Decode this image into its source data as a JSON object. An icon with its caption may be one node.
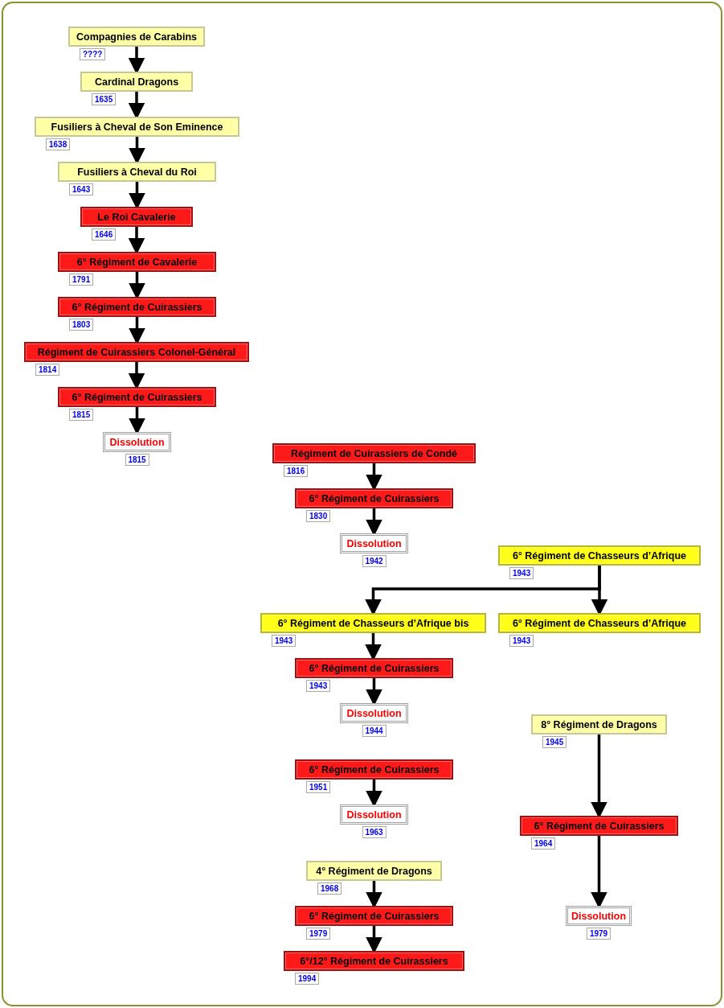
{
  "diagram": {
    "nodes": [
      {
        "text": [
          "Compagnies de Carabins"
        ],
        "beside": [
          "????"
        ]
      },
      {
        "text": [
          "Cardinal Dragons"
        ],
        "beside": [
          "1635"
        ]
      },
      {
        "text": [
          "Fusiliers à Cheval de Son Eminence"
        ],
        "beside": [
          "1638"
        ]
      },
      {
        "text": [
          "Fusiliers à Cheval du Roi"
        ],
        "beside": [
          "1643"
        ]
      },
      {
        "text": [
          "Le Roi Cavalerie"
        ],
        "beside": [
          "1646"
        ]
      },
      {
        "text": [
          "6° Régiment de Cavalerie"
        ],
        "beside": [
          "1791"
        ]
      },
      {
        "text": [
          "6° Régiment de Cuirassiers"
        ],
        "beside": [
          "1803"
        ]
      },
      {
        "text": [
          "Régiment de Cuirassiers Colonel-Général"
        ],
        "beside": [
          "1814"
        ]
      },
      {
        "text": [
          "6° Régiment de Cuirassiers"
        ],
        "beside": [
          "1815"
        ]
      },
      {
        "text": [
          "Dissolution"
        ],
        "beside": [
          "1815"
        ]
      },
      {
        "text": [
          "Régiment de Cuirassiers de Condé"
        ],
        "beside": [
          "1816"
        ]
      },
      {
        "text": [
          "6° Régiment de Cuirassiers"
        ],
        "beside": [
          "1830"
        ]
      },
      {
        "text": [
          "Dissolution"
        ],
        "beside": [
          "1942"
        ]
      },
      {
        "text": [
          "6° Régiment de Chasseurs d’Afrique"
        ],
        "beside": [
          "1943"
        ]
      },
      {
        "text": [
          "6° Régiment de Chasseurs d’Afrique bis"
        ],
        "beside": [
          "1943"
        ]
      },
      {
        "text": [
          "6° Régiment de Chasseurs d’Afrique"
        ],
        "beside": [
          "1943"
        ]
      },
      {
        "text": [
          "6° Régiment de Cuirassiers"
        ],
        "beside": [
          "1943"
        ]
      },
      {
        "text": [
          "Dissolution"
        ],
        "beside": [
          "1944"
        ]
      },
      {
        "text": [
          "8° Régiment de Dragons"
        ],
        "beside": [
          "1945"
        ]
      },
      {
        "text": [
          "6° Régiment de Cuirassiers"
        ],
        "beside": [
          "1951"
        ]
      },
      {
        "text": [
          "Dissolution"
        ],
        "beside": [
          "1963"
        ]
      },
      {
        "text": [
          "6° Régiment de Cuirassiers"
        ],
        "beside": [
          "1964"
        ]
      },
      {
        "text": [
          "4° Régiment de Dragons"
        ],
        "beside": [
          "1968"
        ]
      },
      {
        "text": [
          "6° Régiment de Cuirassiers"
        ],
        "beside": [
          "1979"
        ]
      },
      {
        "text": [
          "Dissolution"
        ],
        "beside": [
          "1979"
        ]
      },
      {
        "text": [
          "6°/12° Régiment de Cuirassiers"
        ],
        "beside": [
          "1994"
        ]
      }
    ],
    "edges": [
      {
        "from": 0,
        "to": 1,
        "arrow": "to"
      },
      {
        "from": 1,
        "to": 2,
        "arrow": "to"
      },
      {
        "from": 2,
        "to": 3,
        "arrow": "to"
      },
      {
        "from": 3,
        "to": 4,
        "arrow": "to"
      },
      {
        "from": 4,
        "to": 5,
        "arrow": "to"
      },
      {
        "from": 5,
        "to": 6,
        "arrow": "to"
      },
      {
        "from": 6,
        "to": 7,
        "arrow": "to"
      },
      {
        "from": 7,
        "to": 8,
        "arrow": "to"
      },
      {
        "from": 8,
        "to": 9,
        "arrow": "to"
      },
      {
        "from": 10,
        "to": 11,
        "arrow": "to"
      },
      {
        "from": 11,
        "to": 12,
        "arrow": "to"
      },
      {
        "from": 13,
        "to": 14,
        "arrow": "to"
      },
      {
        "from": 13,
        "to": 15,
        "arrow": "to"
      },
      {
        "from": 14,
        "to": 16,
        "arrow": "to"
      },
      {
        "from": 16,
        "to": 17,
        "arrow": "to"
      },
      {
        "from": 18,
        "to": 21,
        "arrow": "to"
      },
      {
        "from": 21,
        "to": 24,
        "arrow": "to"
      },
      {
        "from": 19,
        "to": 20,
        "arrow": "to"
      },
      {
        "from": 22,
        "to": 23,
        "arrow": "to"
      },
      {
        "from": 23,
        "to": 25,
        "arrow": "to"
      }
    ]
  }
}
